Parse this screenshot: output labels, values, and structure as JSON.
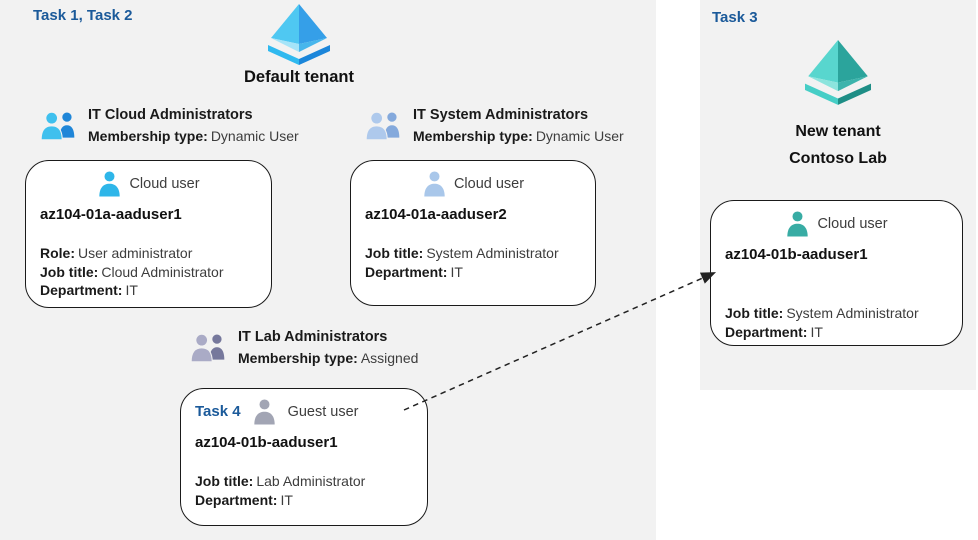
{
  "labels": {
    "task_left": "Task 1, Task 2",
    "task_right": "Task 3",
    "task_card": "Task 4"
  },
  "tenants": {
    "default_name": "Default tenant",
    "new_line1": "New tenant",
    "new_line2": "Contoso Lab"
  },
  "groups": [
    {
      "name": "IT Cloud Administrators",
      "membership_label": "Membership type:",
      "membership_value": "Dynamic User"
    },
    {
      "name": "IT System Administrators",
      "membership_label": "Membership type:",
      "membership_value": "Dynamic User"
    },
    {
      "name": "IT Lab Administrators",
      "membership_label": "Membership type:",
      "membership_value": "Assigned"
    }
  ],
  "users": [
    {
      "type_label": "Cloud user",
      "name": "az104-01a-aaduser1",
      "fields": [
        {
          "label": "Role:",
          "value": "User administrator"
        },
        {
          "label": "Job title:",
          "value": "Cloud Administrator"
        },
        {
          "label": "Department:",
          "value": "IT"
        }
      ]
    },
    {
      "type_label": "Cloud user",
      "name": "az104-01a-aaduser2",
      "fields": [
        {
          "label": "Job title:",
          "value": "System Administrator"
        },
        {
          "label": "Department:",
          "value": "IT"
        }
      ]
    },
    {
      "type_label": "Guest user",
      "name": "az104-01b-aaduser1",
      "fields": [
        {
          "label": "Job title:",
          "value": "Lab Administrator"
        },
        {
          "label": "Department:",
          "value": "IT"
        }
      ]
    },
    {
      "type_label": "Cloud user",
      "name": "az104-01b-aaduser1",
      "fields": [
        {
          "label": "Job title:",
          "value": "System Administrator"
        },
        {
          "label": "Department:",
          "value": "IT"
        }
      ]
    }
  ],
  "colors": {
    "task_label_blue": "#1b5a9a",
    "region_background": "#f2f2f2",
    "card_border": "#1a1a1a",
    "arrow": "#222222",
    "azure_tenant_icon_blue": [
      "#4fc8f2",
      "#359fe8",
      "#a5e4f8",
      "#47b6ec",
      "#2fb9ef",
      "#1b86da"
    ],
    "azure_tenant_icon_teal": [
      "#58d6ce",
      "#2ba49c",
      "#8ce4dd",
      "#3cb4ac",
      "#46cec6",
      "#1e8e86"
    ],
    "cloud_user_icon": "#2eb6e9",
    "pale_user_icon": "#a9c7ea",
    "guest_user_icon": "#a2a5b4",
    "teal_user_icon": "#38aca4"
  }
}
